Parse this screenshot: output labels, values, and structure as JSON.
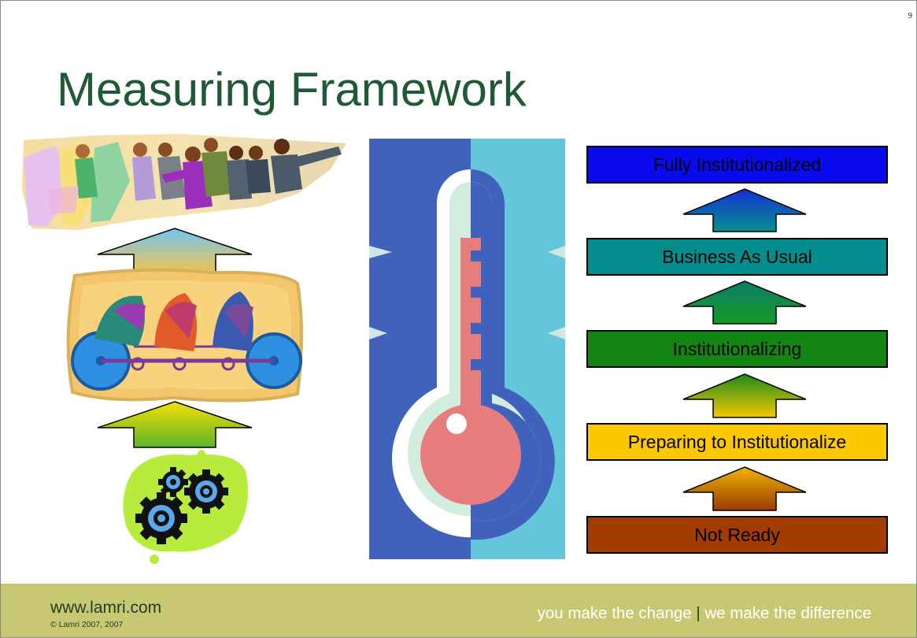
{
  "slide": {
    "page_number": "9",
    "title": "Measuring Framework"
  },
  "stages": [
    {
      "label": "Fully Institutionalized",
      "color": "#0a0aee"
    },
    {
      "label": "Business As Usual",
      "color": "#038d8d"
    },
    {
      "label": "Institutionalizing",
      "color": "#128512"
    },
    {
      "label": "Preparing to Institutionalize",
      "color": "#fcc800"
    },
    {
      "label": "Not Ready",
      "color": "#a33c00"
    }
  ],
  "footer": {
    "url": "www.lamri.com",
    "copyright": "© Lamri 2007, 2007",
    "tagline_left": "you make the change",
    "tagline_separator": "|",
    "tagline_right": "we make the difference"
  },
  "colors": {
    "title": "#1f5a34",
    "footer_background": "#c8c873",
    "thermometer_dark": "#4062bd",
    "thermometer_light": "#63c6da",
    "mercury": "#e77c7c"
  },
  "icons": [
    "people-running-clipart-icon",
    "tandem-bicycle-clipart-icon",
    "gears-clipart-icon",
    "thermometer-icon",
    "up-arrow-icon"
  ]
}
